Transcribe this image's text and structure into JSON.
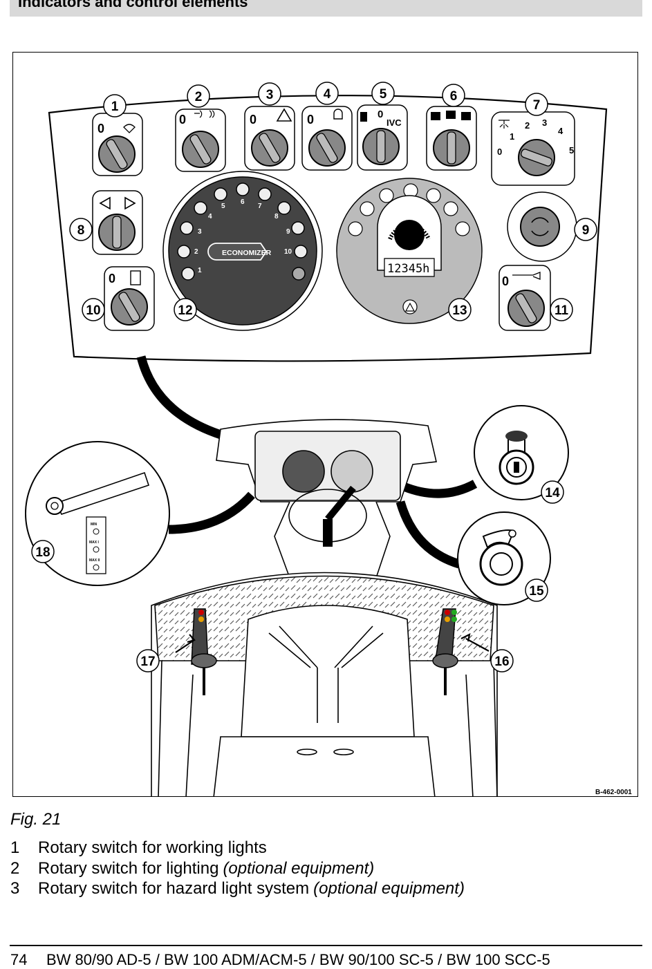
{
  "header": {
    "title": "Indicators and control elements"
  },
  "figure": {
    "ref_code": "B-462-0001",
    "caption": "Fig.  21",
    "economizer_label": "ECONOMIZER",
    "economizer_scale": [
      "1",
      "2",
      "3",
      "4",
      "5",
      "6",
      "7",
      "8",
      "9",
      "10"
    ],
    "hour_display": "12345h",
    "switch_positions": [
      "0",
      "1",
      "2",
      "3",
      "4",
      "5"
    ],
    "ivc_label": "IVC",
    "zero_label": "0",
    "callouts": [
      "1",
      "2",
      "3",
      "4",
      "5",
      "6",
      "7",
      "8",
      "9",
      "10",
      "11",
      "12",
      "13",
      "14",
      "15",
      "16",
      "17",
      "18"
    ],
    "lever_labels": [
      "MIN",
      "MAX I",
      "MAX II"
    ]
  },
  "legend": [
    {
      "num": "1",
      "text": "Rotary switch for working lights",
      "note": ""
    },
    {
      "num": "2",
      "text": "Rotary switch for lighting",
      "note": "(optional equipment)"
    },
    {
      "num": "3",
      "text": "Rotary switch for hazard light system",
      "note": "(optional equipment)"
    }
  ],
  "footer": {
    "page": "74",
    "models": "BW 80/90 AD-5 / BW 100 ADM/ACM-5 / BW 90/100 SC-5 / BW 100 SCC-5"
  }
}
